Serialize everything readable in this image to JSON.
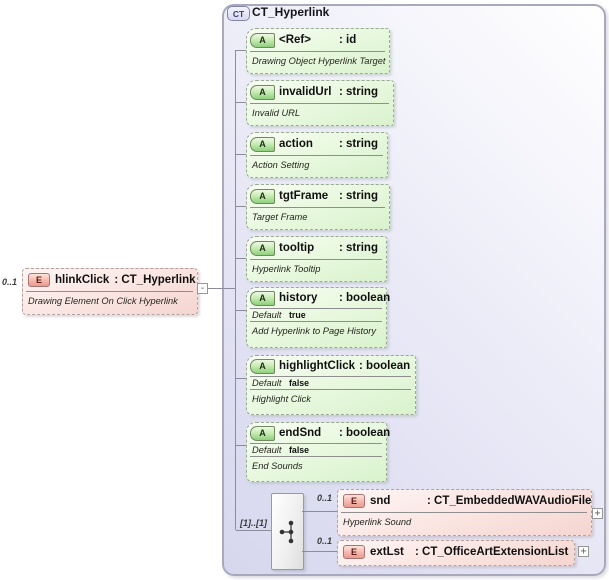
{
  "root_element": {
    "cardinality": "0..1",
    "badge": "E",
    "name": "hlinkClick",
    "type": ": CT_Hyperlink",
    "description": "Drawing Element On Click Hyperlink",
    "collapse_glyph": "-"
  },
  "complex_type": {
    "badge": "CT",
    "title": "CT_Hyperlink",
    "attributes": [
      {
        "badge": "A",
        "name": "<Ref>",
        "type": ": id",
        "description": "Drawing Object Hyperlink Target"
      },
      {
        "badge": "A",
        "name": "invalidUrl",
        "type": ": string",
        "description": "Invalid URL"
      },
      {
        "badge": "A",
        "name": "action",
        "type": ": string",
        "description": "Action Setting"
      },
      {
        "badge": "A",
        "name": "tgtFrame",
        "type": ": string",
        "description": "Target Frame"
      },
      {
        "badge": "A",
        "name": "tooltip",
        "type": ": string",
        "description": "Hyperlink Tooltip"
      },
      {
        "badge": "A",
        "name": "history",
        "type": ": boolean",
        "default_label": "Default",
        "default_value": "true",
        "description": "Add Hyperlink to Page History"
      },
      {
        "badge": "A",
        "name": "highlightClick",
        "type": ": boolean",
        "default_label": "Default",
        "default_value": "false",
        "description": "Highlight Click"
      },
      {
        "badge": "A",
        "name": "endSnd",
        "type": ": boolean",
        "default_label": "Default",
        "default_value": "false",
        "description": "End Sounds"
      }
    ],
    "sequence": {
      "cardinality": "[1]..[1]",
      "elements": [
        {
          "cardinality": "0..1",
          "badge": "E",
          "name": "snd",
          "type": ": CT_EmbeddedWAVAudioFile",
          "description": "Hyperlink Sound",
          "expand_glyph": "+"
        },
        {
          "cardinality": "0..1",
          "badge": "E",
          "name": "extLst",
          "type": ": CT_OfficeArtExtensionList",
          "expand_glyph": "+"
        }
      ]
    }
  },
  "colors": {
    "container_lavender": "#d6d6ee",
    "attribute_green": "#d9f2cd",
    "attribute_badge_green": "#8ed07c",
    "element_pink": "#f5d5d0",
    "element_badge_pink": "#eb9a8e",
    "line_gray": "#8c8c9a"
  }
}
